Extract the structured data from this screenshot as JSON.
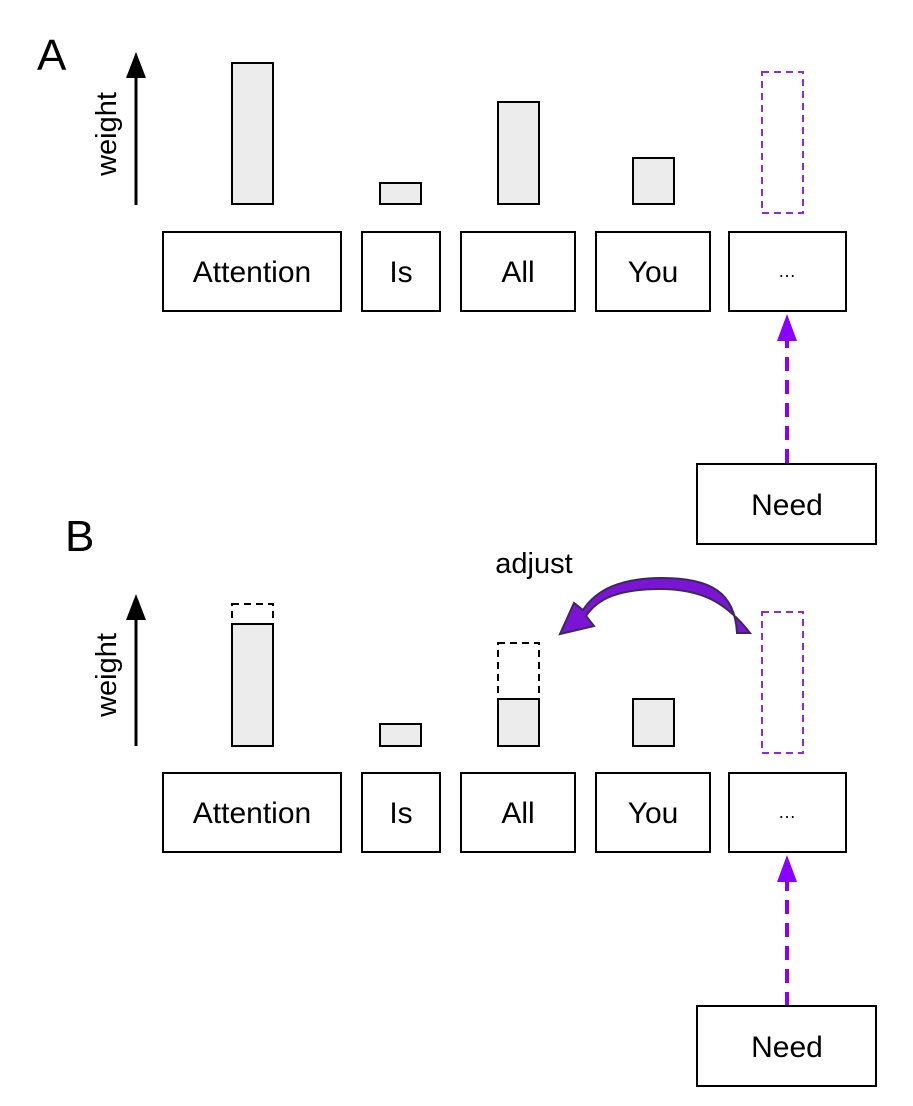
{
  "colors": {
    "accent": "#8a00ff",
    "bar_fill": "#ececec",
    "ghost_purple": "#8a2be2",
    "arrow_fill": "#7b14d6"
  },
  "panels": [
    {
      "label": "A",
      "axis_label": "weight",
      "tokens": [
        "Attention",
        "Is",
        "All",
        "You",
        "…"
      ],
      "query": "Need",
      "annotation": ""
    },
    {
      "label": "B",
      "axis_label": "weight",
      "tokens": [
        "Attention",
        "Is",
        "All",
        "You",
        "…"
      ],
      "query": "Need",
      "annotation": "adjust"
    }
  ]
}
